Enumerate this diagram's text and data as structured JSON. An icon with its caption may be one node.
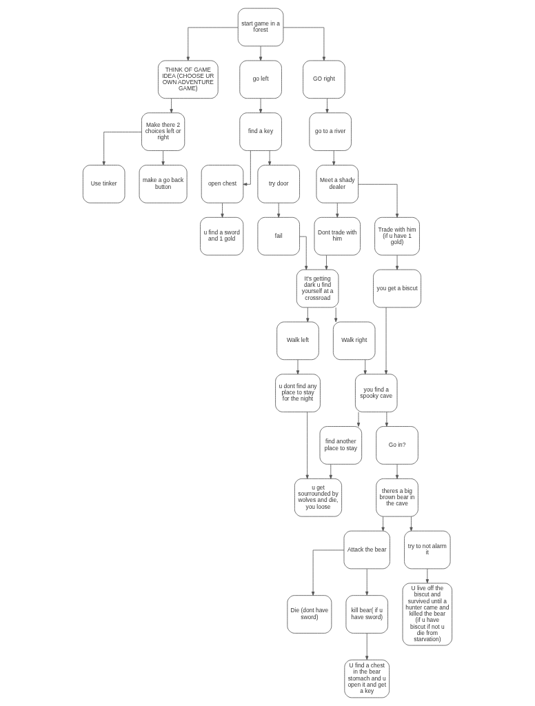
{
  "diagram": {
    "nodes": [
      {
        "text": [
          "THINK OF GAME IDEA (CHOOSE UR OWN ADVENTURE GAME)"
        ]
      },
      {
        "text": [
          "Make there 2 choices left or right"
        ]
      },
      {
        "text": [
          "make a go back button"
        ]
      },
      {
        "text": [
          "Use tinker"
        ]
      },
      {
        "text": [
          "start game in a forest"
        ]
      },
      {
        "text": [
          "go left"
        ]
      },
      {
        "text": [
          "GO right"
        ]
      },
      {
        "text": [
          "find a key"
        ]
      },
      {
        "text": [
          "go to a river"
        ]
      },
      {
        "text": [
          "try door"
        ]
      },
      {
        "text": [
          "open chest"
        ]
      },
      {
        "text": [
          "Meet a shady dealer"
        ]
      },
      {
        "text": [
          "u find a sword and 1 gold"
        ]
      },
      {
        "text": [
          "Trade with him (if u have 1 gold)"
        ]
      },
      {
        "text": [
          "fail"
        ]
      },
      {
        "text": [
          "Dont trade with him"
        ]
      },
      {
        "text": [
          "It's getting dark u find yourself at a crossroad"
        ]
      },
      {
        "text": [
          "Walk right"
        ]
      },
      {
        "text": [
          "Walk left"
        ]
      },
      {
        "text": [
          "you get a biscut"
        ]
      },
      {
        "text": [
          "you find a spooky cave"
        ]
      },
      {
        "text": [
          "u dont find any place to stay for the night"
        ]
      },
      {
        "text": [
          "Go in?"
        ]
      },
      {
        "text": [
          "find another place to stay"
        ]
      },
      {
        "text": [
          "u get sourrounded by wolves and die, you loose"
        ]
      },
      {
        "text": [
          "theres a big brown bear in the cave"
        ]
      },
      {
        "text": [
          "kill bear( if u have sword)"
        ]
      },
      {
        "text": [
          "Attack the bear"
        ]
      },
      {
        "text": [
          "try to not alarm it"
        ]
      },
      {
        "text": [
          "U live off the biscut and survived until a hunter came and killed the bear (if u have biscut if not u die from starvation)"
        ]
      },
      {
        "text": [
          "U find a chest in the bear stomach and u open it and get a key"
        ]
      },
      {
        "text": [
          "Die (dont have sword)"
        ]
      }
    ],
    "edges": [
      {
        "from": 4,
        "to": 0,
        "arrow": "to"
      },
      {
        "from": 0,
        "to": 1,
        "arrow": "to"
      },
      {
        "from": 1,
        "to": 2,
        "arrow": "to"
      },
      {
        "from": 1,
        "to": 3,
        "arrow": "to"
      },
      {
        "from": 4,
        "to": 5,
        "arrow": "to"
      },
      {
        "from": 4,
        "to": 6,
        "arrow": "to"
      },
      {
        "from": 5,
        "to": 7,
        "arrow": "to"
      },
      {
        "from": 6,
        "to": 8,
        "arrow": "to"
      },
      {
        "from": 7,
        "to": 9,
        "arrow": "to"
      },
      {
        "from": 7,
        "to": 10,
        "arrow": "to"
      },
      {
        "from": 8,
        "to": 11,
        "arrow": "to"
      },
      {
        "from": 10,
        "to": 12,
        "arrow": "to"
      },
      {
        "from": 11,
        "to": 13,
        "arrow": "to"
      },
      {
        "from": 11,
        "to": 15,
        "arrow": "to"
      },
      {
        "from": 9,
        "to": 14,
        "arrow": "to"
      },
      {
        "from": 14,
        "to": 16,
        "arrow": "to"
      },
      {
        "from": 13,
        "to": 19,
        "arrow": "to"
      },
      {
        "from": 15,
        "to": 16,
        "arrow": "to"
      },
      {
        "from": 16,
        "to": 17,
        "arrow": "to"
      },
      {
        "from": 16,
        "to": 18,
        "arrow": "to"
      },
      {
        "from": 18,
        "to": 21,
        "arrow": "to"
      },
      {
        "from": 21,
        "to": 24,
        "arrow": "to"
      },
      {
        "from": 17,
        "to": 20,
        "arrow": "to"
      },
      {
        "from": 19,
        "to": 20,
        "arrow": "to"
      },
      {
        "from": 20,
        "to": 22,
        "arrow": "to"
      },
      {
        "from": 20,
        "to": 23,
        "arrow": "to"
      },
      {
        "from": 23,
        "to": 24,
        "arrow": "to"
      },
      {
        "from": 22,
        "to": 25,
        "arrow": "to"
      },
      {
        "from": 25,
        "to": 27,
        "arrow": "to"
      },
      {
        "from": 25,
        "to": 28,
        "arrow": "to"
      },
      {
        "from": 27,
        "to": 26,
        "arrow": "to"
      },
      {
        "from": 27,
        "to": 31,
        "arrow": "to"
      },
      {
        "from": 26,
        "to": 30,
        "arrow": "to"
      },
      {
        "from": 28,
        "to": 29,
        "arrow": "to"
      }
    ]
  }
}
